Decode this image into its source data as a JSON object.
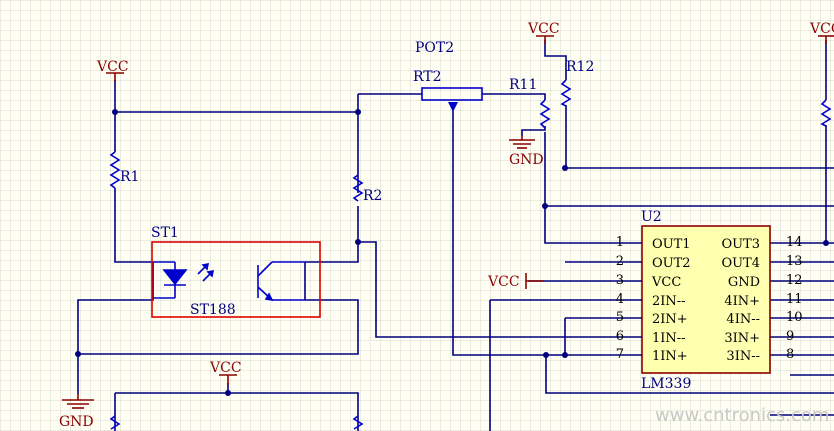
{
  "labels": {
    "vcc1": "VCC",
    "vcc2": "VCC",
    "vcc3": "VCC",
    "vcc4": "VCC",
    "vcc_ic": "VCC",
    "gnd1": "GND",
    "gnd2": "GND",
    "r1": "R1",
    "r2": "R2",
    "r11": "R11",
    "r12": "R12",
    "pot2": "POT2",
    "rt2": "RT2",
    "st1": "ST1",
    "st188": "ST188",
    "u2": "U2",
    "lm339": "LM339"
  },
  "ic_pins_left": [
    {
      "num": "1",
      "name": "OUT1"
    },
    {
      "num": "2",
      "name": "OUT2"
    },
    {
      "num": "3",
      "name": "VCC"
    },
    {
      "num": "4",
      "name": "2IN--"
    },
    {
      "num": "5",
      "name": "2IN+"
    },
    {
      "num": "6",
      "name": "1IN--"
    },
    {
      "num": "7",
      "name": "1IN+"
    }
  ],
  "ic_pins_right": [
    {
      "num": "14",
      "name": "OUT3"
    },
    {
      "num": "13",
      "name": "OUT4"
    },
    {
      "num": "12",
      "name": "GND"
    },
    {
      "num": "11",
      "name": "4IN+"
    },
    {
      "num": "10",
      "name": "4IN--"
    },
    {
      "num": "9",
      "name": "3IN+"
    },
    {
      "num": "8",
      "name": "3IN--"
    }
  ],
  "watermark": "www.cntronics.com",
  "colors": {
    "wire": "#000080",
    "power_label": "#8b0000",
    "component": "#0000cc",
    "ic_fill": "#ffffb0",
    "ic_border": "#8b0000",
    "sensor_box": "#e00000",
    "watermark": "#c8c8c8"
  }
}
